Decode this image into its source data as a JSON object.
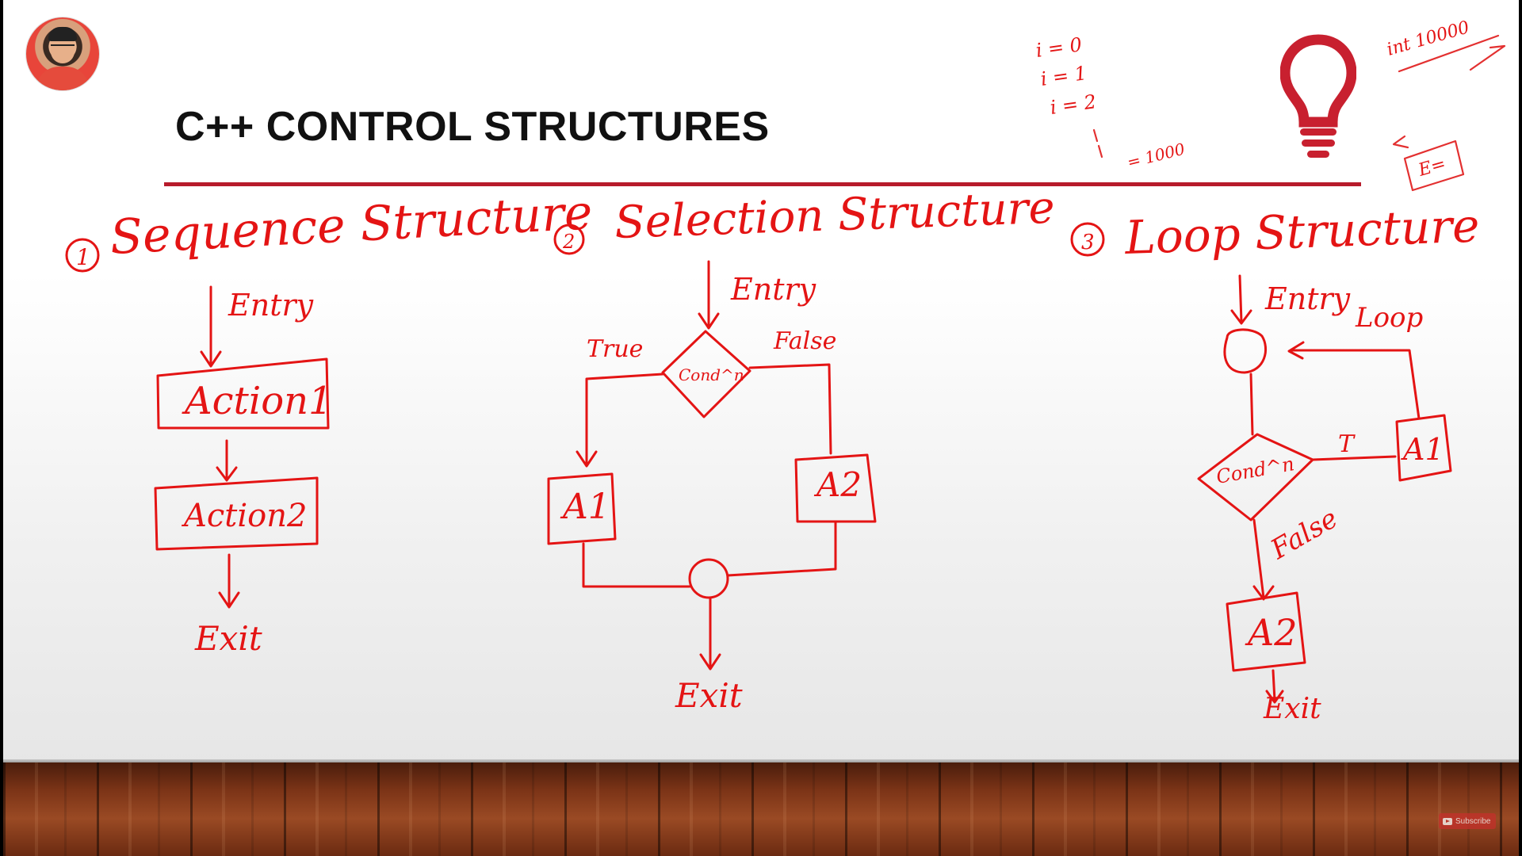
{
  "slide": {
    "title": "C++ CONTROL STRUCTURES",
    "accent_color": "#b71b2b",
    "ink_color": "#e41414"
  },
  "presenter": {
    "icon": "presenter-avatar"
  },
  "lightbulb": {
    "icon": "lightbulb-icon",
    "color": "#c8202f"
  },
  "sequence": {
    "heading": "Sequence Structure",
    "number": "1",
    "entry": "Entry",
    "action1": "Action1",
    "action2": "Action2",
    "exit": "Exit"
  },
  "selection": {
    "heading": "Selection Structure",
    "number": "2",
    "entry": "Entry",
    "condition": "Cond^n",
    "true_label": "True",
    "false_label": "False",
    "a1": "A1",
    "a2": "A2",
    "exit": "Exit"
  },
  "loop": {
    "heading": "Loop Structure",
    "number": "3",
    "entry": "Entry",
    "loop_label": "Loop",
    "condition": "Cond^n",
    "true_label": "T",
    "false_label": "False",
    "a1": "A1",
    "a2": "A2",
    "exit": "Exit"
  },
  "scribbles": {
    "i0": "i = 0",
    "i1": "i = 1",
    "i2": "i = 2",
    "i1000": "= 1000",
    "int_label": "int 10000",
    "eq_box": "E="
  },
  "subscribe": {
    "label": "Subscribe"
  }
}
